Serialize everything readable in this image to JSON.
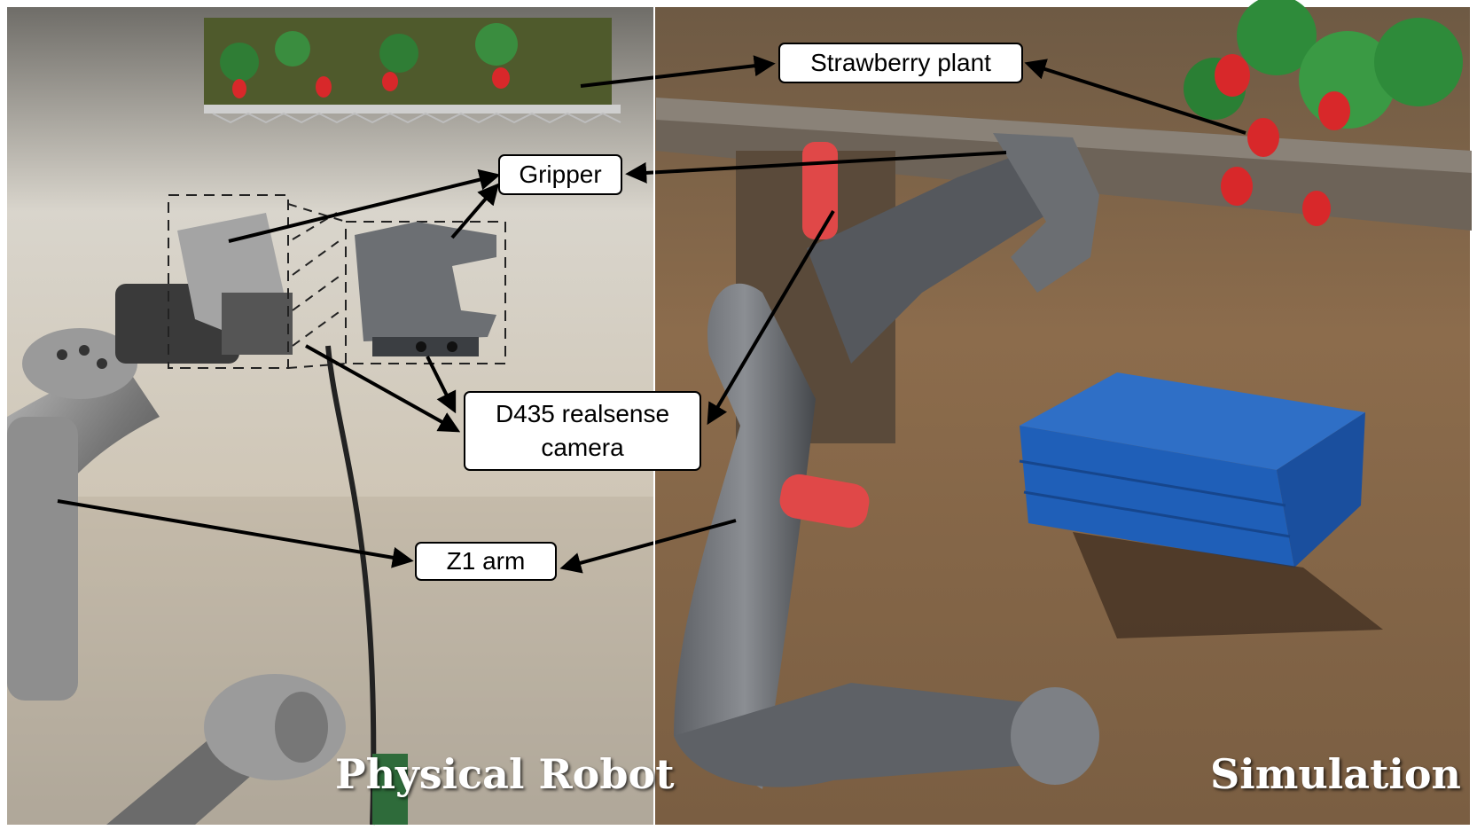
{
  "labels": {
    "strawberry_plant": "Strawberry plant",
    "gripper": "Gripper",
    "camera_line1": "D435 realsense",
    "camera_line2": "camera",
    "z1_arm": "Z1 arm"
  },
  "captions": {
    "physical": "Physical Robot",
    "simulation": "Simulation"
  },
  "colors": {
    "arrow": "#000000",
    "box_border": "#000000",
    "box_fill": "#ffffff",
    "crate": "#1f5fb8",
    "strawberry": "#d8282a",
    "leaf": "#2e8b3a",
    "ground_sim": "#8a6a4a",
    "background_physical": "#c8c4bc"
  }
}
